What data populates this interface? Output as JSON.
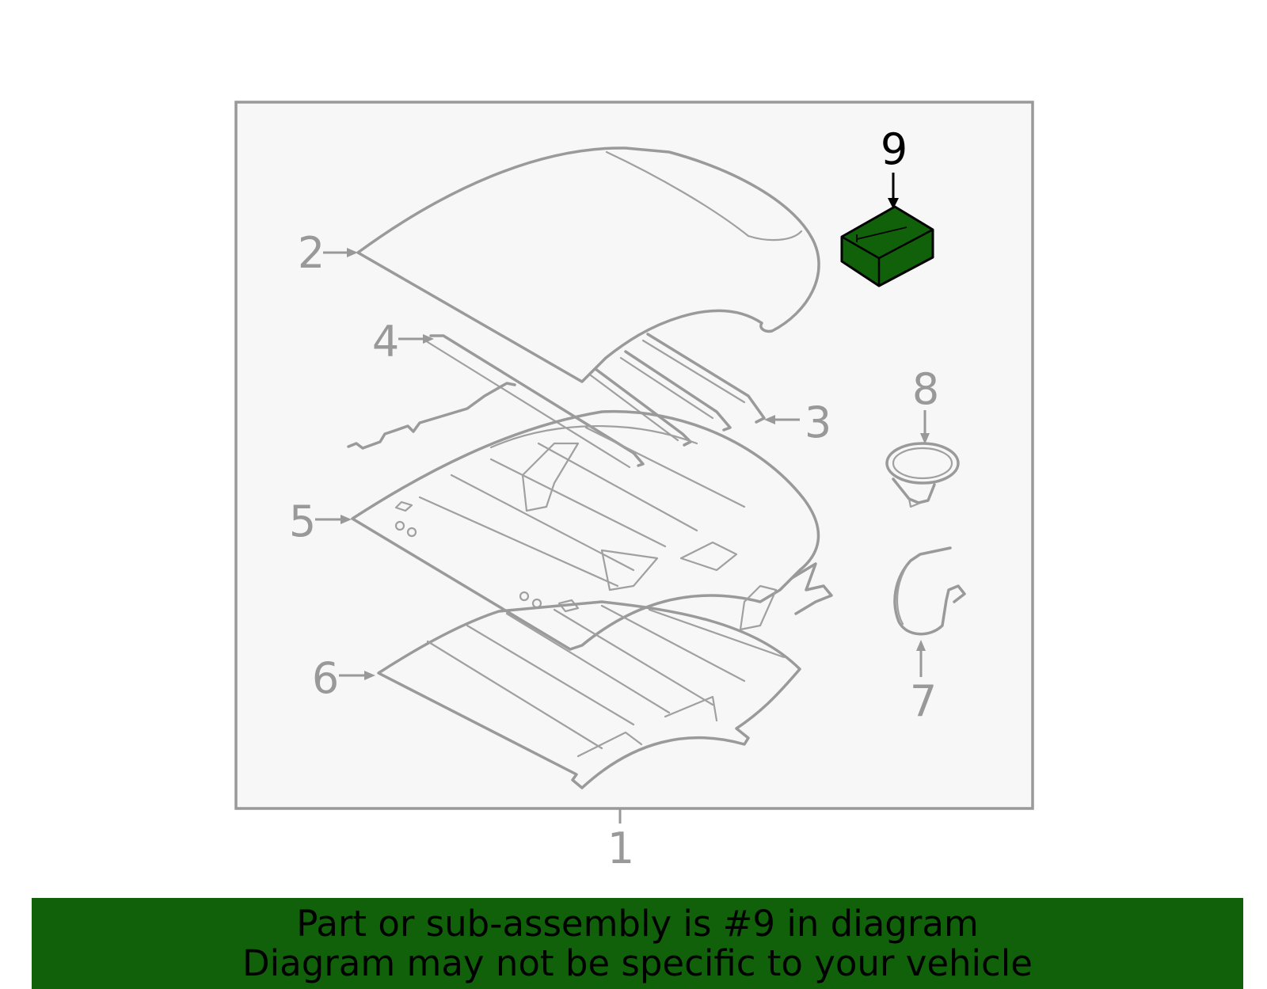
{
  "colors": {
    "highlight": "#11600a",
    "part_stroke": "#9a9a9a",
    "panel_fill": "#f7f7f7",
    "panel_border": "#999999",
    "banner_bg": "#11600a"
  },
  "callouts": {
    "c1": "1",
    "c2": "2",
    "c3": "3",
    "c4": "4",
    "c5": "5",
    "c6": "6",
    "c7": "7",
    "c8": "8",
    "c9": "9"
  },
  "highlighted_part": "9",
  "banner": {
    "line1": "Part or sub-assembly is #9 in diagram",
    "line2": "Diagram may not be specific to your vehicle"
  }
}
